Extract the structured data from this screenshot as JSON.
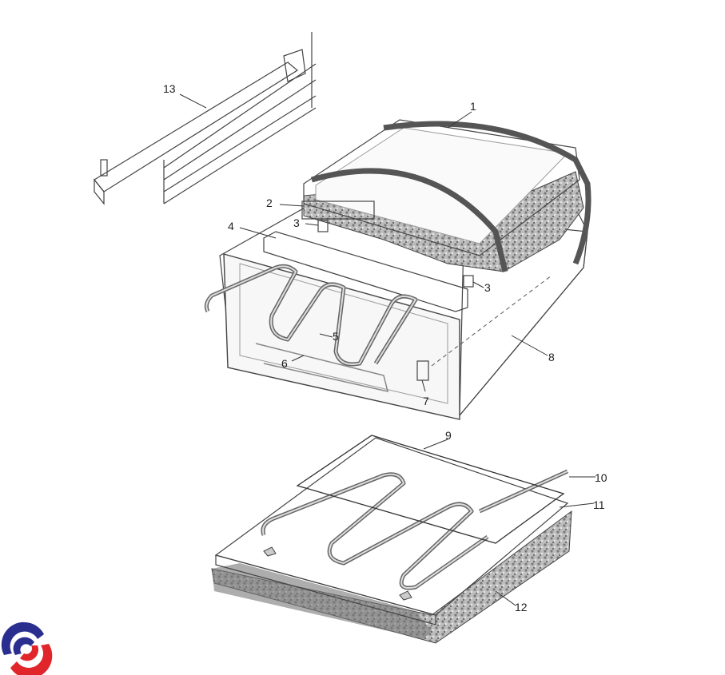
{
  "diagram": {
    "type": "exploded parts diagram",
    "callouts": [
      {
        "id": "c1",
        "label": "1"
      },
      {
        "id": "c2",
        "label": "2"
      },
      {
        "id": "c3a",
        "label": "3"
      },
      {
        "id": "c3b",
        "label": "3"
      },
      {
        "id": "c4",
        "label": "4"
      },
      {
        "id": "c5",
        "label": "5"
      },
      {
        "id": "c6",
        "label": "6"
      },
      {
        "id": "c7",
        "label": "7"
      },
      {
        "id": "c8",
        "label": "8"
      },
      {
        "id": "c9",
        "label": "9"
      },
      {
        "id": "c10",
        "label": "10"
      },
      {
        "id": "c11",
        "label": "11"
      },
      {
        "id": "c12",
        "label": "12"
      },
      {
        "id": "c13",
        "label": "13"
      }
    ]
  },
  "logo": {
    "name": "brand-logo",
    "colors": {
      "blue": "#2a2f8f",
      "red": "#e0262b"
    }
  }
}
